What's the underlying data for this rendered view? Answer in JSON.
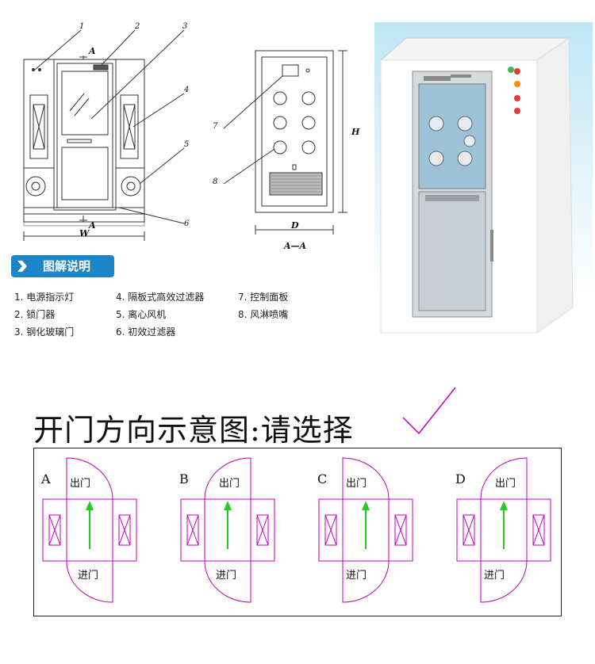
{
  "diagram": {
    "callouts": [
      "1",
      "2",
      "3",
      "4",
      "5",
      "6",
      "7",
      "8"
    ],
    "section_marks": {
      "top": "A",
      "bottom": "A",
      "section_caption": "A—A"
    },
    "dimensions": {
      "width": "W",
      "depth": "D",
      "height": "H"
    }
  },
  "legend": {
    "title": "图解说明",
    "items": [
      "1. 电源指示灯",
      "2. 锁门器",
      "3. 钢化玻璃门",
      "4. 隔板式高效过滤器",
      "5. 离心风机",
      "6. 初效过滤器",
      "7. 控制面板",
      "8. 风淋喷嘴"
    ]
  },
  "heading": "开门方向示意图:请选择",
  "options": [
    {
      "letter": "A",
      "exit_label": "出门",
      "entry_label": "进门"
    },
    {
      "letter": "B",
      "exit_label": "出门",
      "entry_label": "进门"
    },
    {
      "letter": "C",
      "exit_label": "出门",
      "entry_label": "进门"
    },
    {
      "letter": "D",
      "exit_label": "出门",
      "entry_label": "进门"
    }
  ],
  "colors": {
    "door_outline": "#c000c0",
    "arrow": "#22cc22",
    "checkmark": "#c000c0",
    "legend_badge": "#1d86c8"
  }
}
